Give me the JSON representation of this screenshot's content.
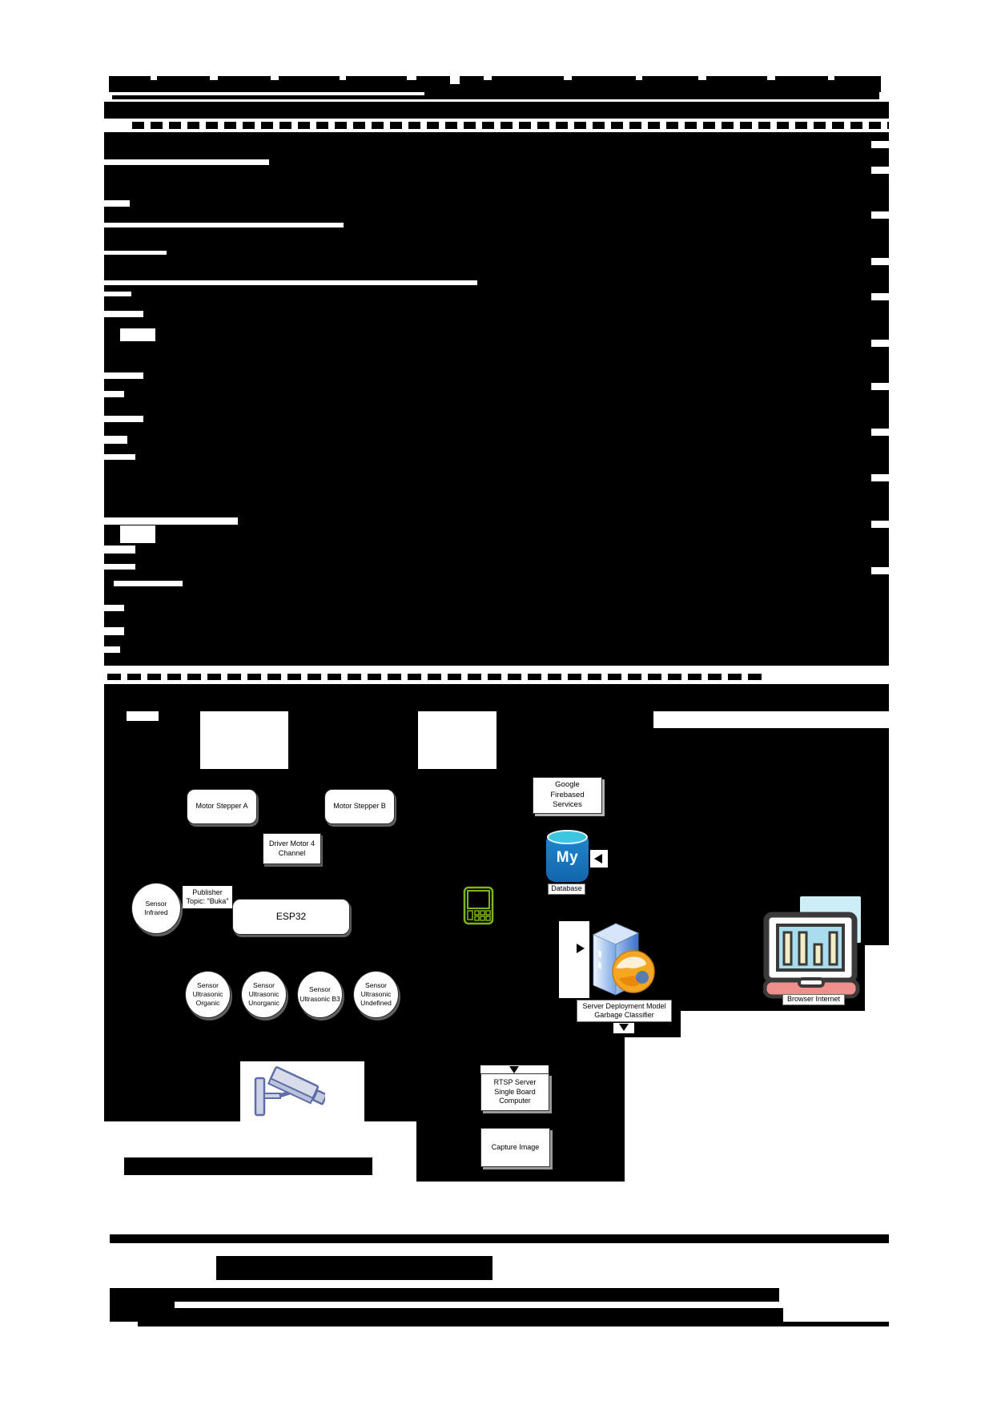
{
  "figure": {
    "nodes": {
      "motor_stepper_a": "Motor Stepper A",
      "motor_stepper_b": "Motor Stepper B",
      "driver_motor": "Driver Motor 4 Channel",
      "sensor_infrared": "Sensor Infrared",
      "publisher_topic": "Publisher Topic: \"Buka\"",
      "esp32": "ESP32",
      "ultrasonic_organic": "Sensor Ultrasonic Organic",
      "ultrasonic_unorganic": "Sensor Ultrasonic Unorganic",
      "ultrasonic_b3": "Sensor Ultrasonic B3",
      "ultrasonic_undefined": "Sensor Ultrasonic Undefined",
      "google_firebased": "Google Firebased Services",
      "mysql_logo_text": "My",
      "database": "Database",
      "server_deployment": "Server Deployment Model Garbage Classifier",
      "browser_internet": "Browser Internet",
      "rtsp_server": "RTSP Server Single Board Computer",
      "capture_image": "Capture Image"
    },
    "icons": {
      "smartphone": "smartphone-outline-icon",
      "mysql": "mysql-database-icon",
      "server": "server-globe-icon",
      "browser": "laptop-bar-chart-icon",
      "camera": "cctv-camera-icon"
    },
    "colors": {
      "redaction": "#000000",
      "mysql_blue": "#1a78c2",
      "mysql_rim": "#3ec6e0",
      "server_blue": "#4a86d8",
      "globe_orange": "#f5a623",
      "laptop_screen": "#a9dcec",
      "laptop_base": "#f0908d",
      "bar_yellow": "#f2edc4",
      "phone_green": "#7fb41a",
      "camera_tint": "#c3cade"
    }
  }
}
